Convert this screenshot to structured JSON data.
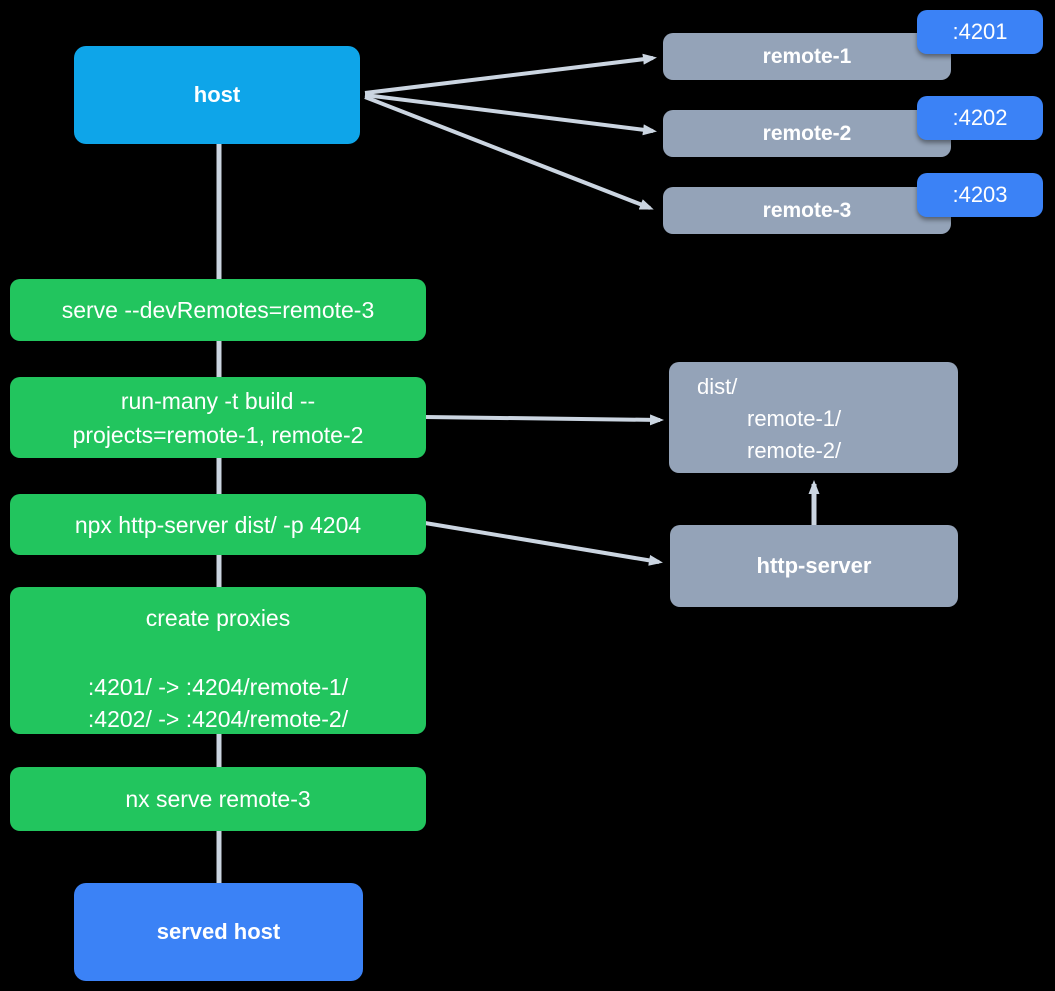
{
  "colors": {
    "background": "#000000",
    "host_node": "#0ea5e9",
    "command_node": "#22c55e",
    "artifact_node": "#94a3b8",
    "port_badge": "#3b82f6",
    "served_host_node": "#3b82f6",
    "connector": "#cbd5e1",
    "text": "#ffffff"
  },
  "host": {
    "label": "host"
  },
  "remotes": [
    {
      "name": "remote-1",
      "port": ":4201"
    },
    {
      "name": "remote-2",
      "port": ":4202"
    },
    {
      "name": "remote-3",
      "port": ":4203"
    }
  ],
  "commands": {
    "serve": {
      "line1": "serve --devRemotes=remote-3"
    },
    "run_many": {
      "line1": "run-many -t build --",
      "line2": "projects=remote-1, remote-2"
    },
    "http_server": {
      "line1": "npx http-server dist/ -p 4204"
    },
    "create_proxies": {
      "title": "create proxies",
      "rule1": ":4201/ -> :4204/remote-1/",
      "rule2": ":4202/ -> :4204/remote-2/"
    },
    "nx_serve": {
      "line1": "nx serve remote-3"
    }
  },
  "dist": {
    "title": "dist/",
    "entry1": "remote-1/",
    "entry2": "remote-2/"
  },
  "http_server": {
    "label": "http-server"
  },
  "served_host": {
    "label": "served host"
  },
  "connections": [
    {
      "from": "host",
      "to": "remote-1"
    },
    {
      "from": "host",
      "to": "remote-2"
    },
    {
      "from": "host",
      "to": "remote-3"
    },
    {
      "from": "host",
      "to": "served host"
    },
    {
      "from": "run-many -t build",
      "to": "dist/"
    },
    {
      "from": "npx http-server",
      "to": "http-server"
    },
    {
      "from": "http-server",
      "to": "dist/"
    }
  ]
}
